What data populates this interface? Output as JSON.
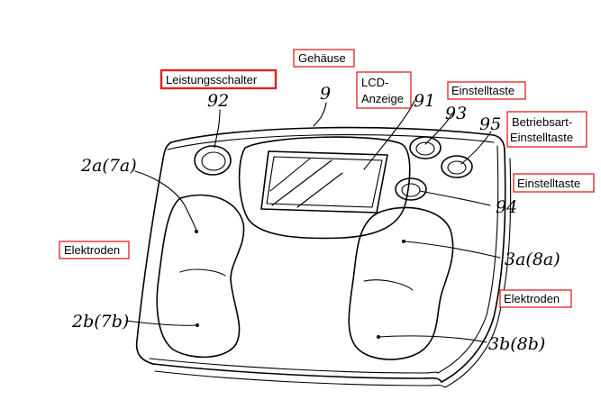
{
  "labels": {
    "leistungsschalter": "Leistungsschalter",
    "gehaeuse": "Gehäuse",
    "lcd_line1": "LCD-",
    "lcd_line2": "Anzeige",
    "einstelltaste_top": "Einstelltaste",
    "betriebsart_line1": "Betriebsart-",
    "betriebsart_line2": "Einstelltaste",
    "einstelltaste_right": "Einstelltaste",
    "elektroden_left": "Elektroden",
    "elektroden_right": "Elektroden"
  },
  "refs": {
    "r92": "92",
    "r9": "9",
    "r91": "91",
    "r93": "93",
    "r95": "95",
    "r94": "94",
    "r2a": "2a(7a)",
    "r3a": "3a(8a)",
    "r2b": "2b(7b)",
    "r3b": "3b(8b)"
  }
}
